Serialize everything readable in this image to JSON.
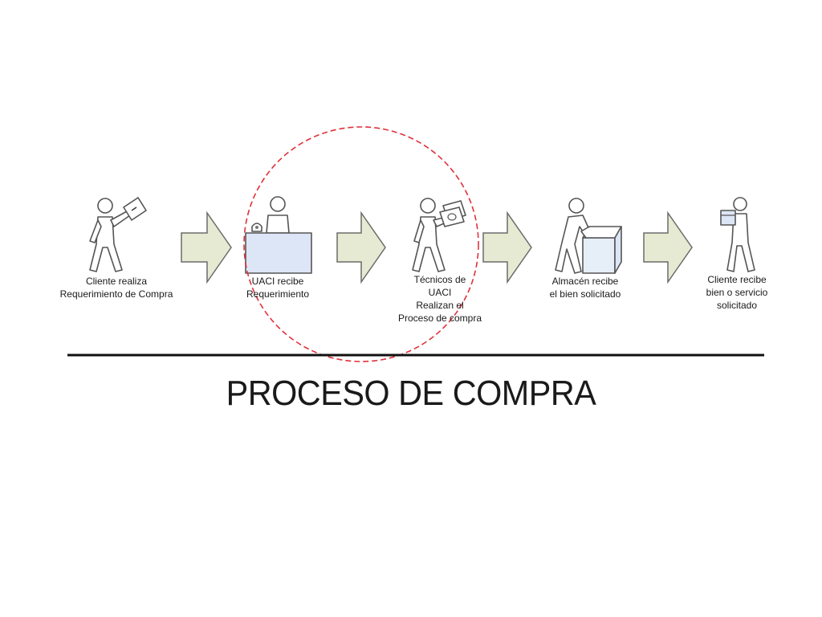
{
  "title": "PROCESO DE COMPRA",
  "steps": [
    {
      "label": "Cliente realiza\nRequerimiento de Compra",
      "icon": "person-with-envelope-icon"
    },
    {
      "label": "UACI recibe\nRequerimiento",
      "icon": "clerk-at-desk-icon"
    },
    {
      "label": "Técnicos de\nUACI\nRealizan el\nProceso de compra",
      "icon": "person-with-money-icon"
    },
    {
      "label": "Almacén recibe\nel bien solicitado",
      "icon": "person-with-box-icon"
    },
    {
      "label": "Cliente recibe\nbien o servicio\nsolicitado",
      "icon": "person-carrying-box-icon"
    }
  ],
  "colors": {
    "arrow_fill": "#e6ead2",
    "arrow_stroke": "#6b6b6b",
    "highlight_circle": "#e0313b",
    "desk_fill": "#dde6f6",
    "box_fill": "#e6eef8",
    "line": "#111111"
  }
}
